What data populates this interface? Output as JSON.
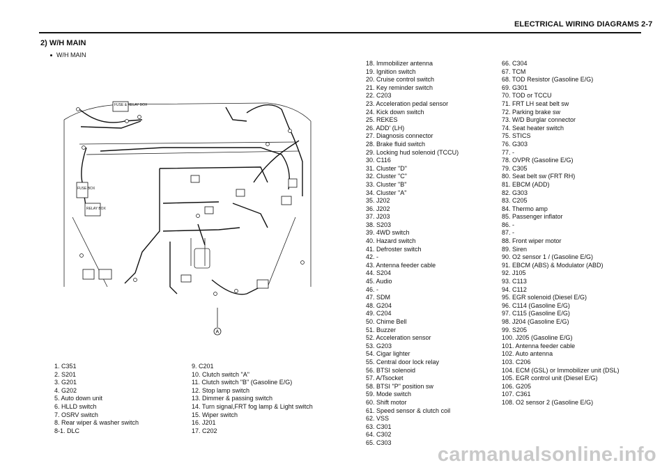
{
  "header": {
    "title": "ELECTRICAL WIRING DIAGRAMS  2-7"
  },
  "section": {
    "title": "2)  W/H MAIN",
    "subtitle": "W/H MAIN"
  },
  "diagram": {
    "labels": {
      "fuse_box": "FUSE & RELAY BOX",
      "relay_box": "RELAY BOX",
      "fuse_box2": "FUSE BOX",
      "point_a": "A"
    }
  },
  "legend_columns": [
    [
      "1. C351",
      "2. S201",
      "3. G201",
      "4. G202",
      "5. Auto down unit",
      "6. HLLD switch",
      "7. OSRV switch",
      "8. Rear wiper & washer switch",
      "8-1. DLC"
    ],
    [
      "9. C201",
      "10. Clutch switch \"A\"",
      "11. Clutch switch \"B\" (Gasoline E/G)",
      "12. Stop lamp switch",
      "13. Dimmer & passing switch",
      "14. Turn signal,FRT fog lamp & Light switch",
      "15. Wiper switch",
      "16. J201",
      "17. C202"
    ],
    [
      "18. Immobilizer antenna",
      "19. Ignition switch",
      "20. Cruise control switch",
      "21. Key reminder switch",
      "22. C203",
      "23. Acceleration pedal sensor",
      "24. Kick down switch",
      "25. REKES",
      "26. ADD' (LH)",
      "27. Diagnosis connector",
      "28. Brake fluid switch",
      "29. Locking hud solenoid (TCCU)",
      "30. C116",
      "31. Cluster \"D\"",
      "32. Cluster \"C\"",
      "33. Cluster \"B\"",
      "34. Cluster \"A\"",
      "35. J202",
      "36. J202",
      "37. J203",
      "38. S203",
      "39. 4WD switch",
      "40. Hazard switch",
      "41. Defroster switch",
      "42. -",
      "43. Antenna feeder cable",
      "44. S204",
      "45. Audio",
      "46. -",
      "47. SDM",
      "48. G204",
      "49. C204",
      "50. Chime Bell",
      "51. Buzzer",
      "52. Acceleration sensor",
      "53. G203",
      "54. Cigar lighter",
      "55. Central door lock relay",
      "56. BTSI solenoid",
      "57. A/Tsocket",
      "58. BTSI \"P\" position sw",
      "59. Mode switch",
      "60. Shift motor",
      "61. Speed sensor & clutch coil",
      "62. VSS",
      "63. C301",
      "64. C302",
      "65. C303"
    ],
    [
      "66. C304",
      "67. TCM",
      "68. TOD Resistor (Gasoline E/G)",
      "69. G301",
      "70. TOD or TCCU",
      "71. FRT LH seat belt sw",
      "72. Parking brake sw",
      "73. W/D Burglar connector",
      "74. Seat heater switch",
      "75. STICS",
      "76. G303",
      "77. -",
      "78. OVPR (Gasoline E/G)",
      "79. C305",
      "80. Seat belt sw (FRT RH)",
      "81. EBCM (ADD)",
      "82. G303",
      "83. C205",
      "84. Thermo amp",
      "85. Passenger inflator",
      "86. -",
      "87. -",
      "88. Front wiper motor",
      "89. Siren",
      "90. O2 sensor 1 / (Gasoline E/G)",
      "91. EBCM (ABS) & Modulator (ABD)",
      "92. J105",
      "93. C113",
      "94. C112",
      "95. EGR solenoid (Diesel E/G)",
      "96. C114 (Gasoline E/G)",
      "97. C115 (Gasoline E/G)",
      "98. J204 (Gasoline E/G)",
      "99. S205",
      "100. J205 (Gasoline E/G)",
      "101. Antenna feeder cable",
      "102. Auto antenna",
      "103. C206",
      "104. ECM (GSL) or Immobilizer unit (DSL)",
      "105. EGR control unit (Diesel E/G)",
      "106. G205",
      "107. C361",
      "108. O2 sensor 2 (Gasoline E/G)"
    ]
  ],
  "watermark": "carmanualsonline.info"
}
